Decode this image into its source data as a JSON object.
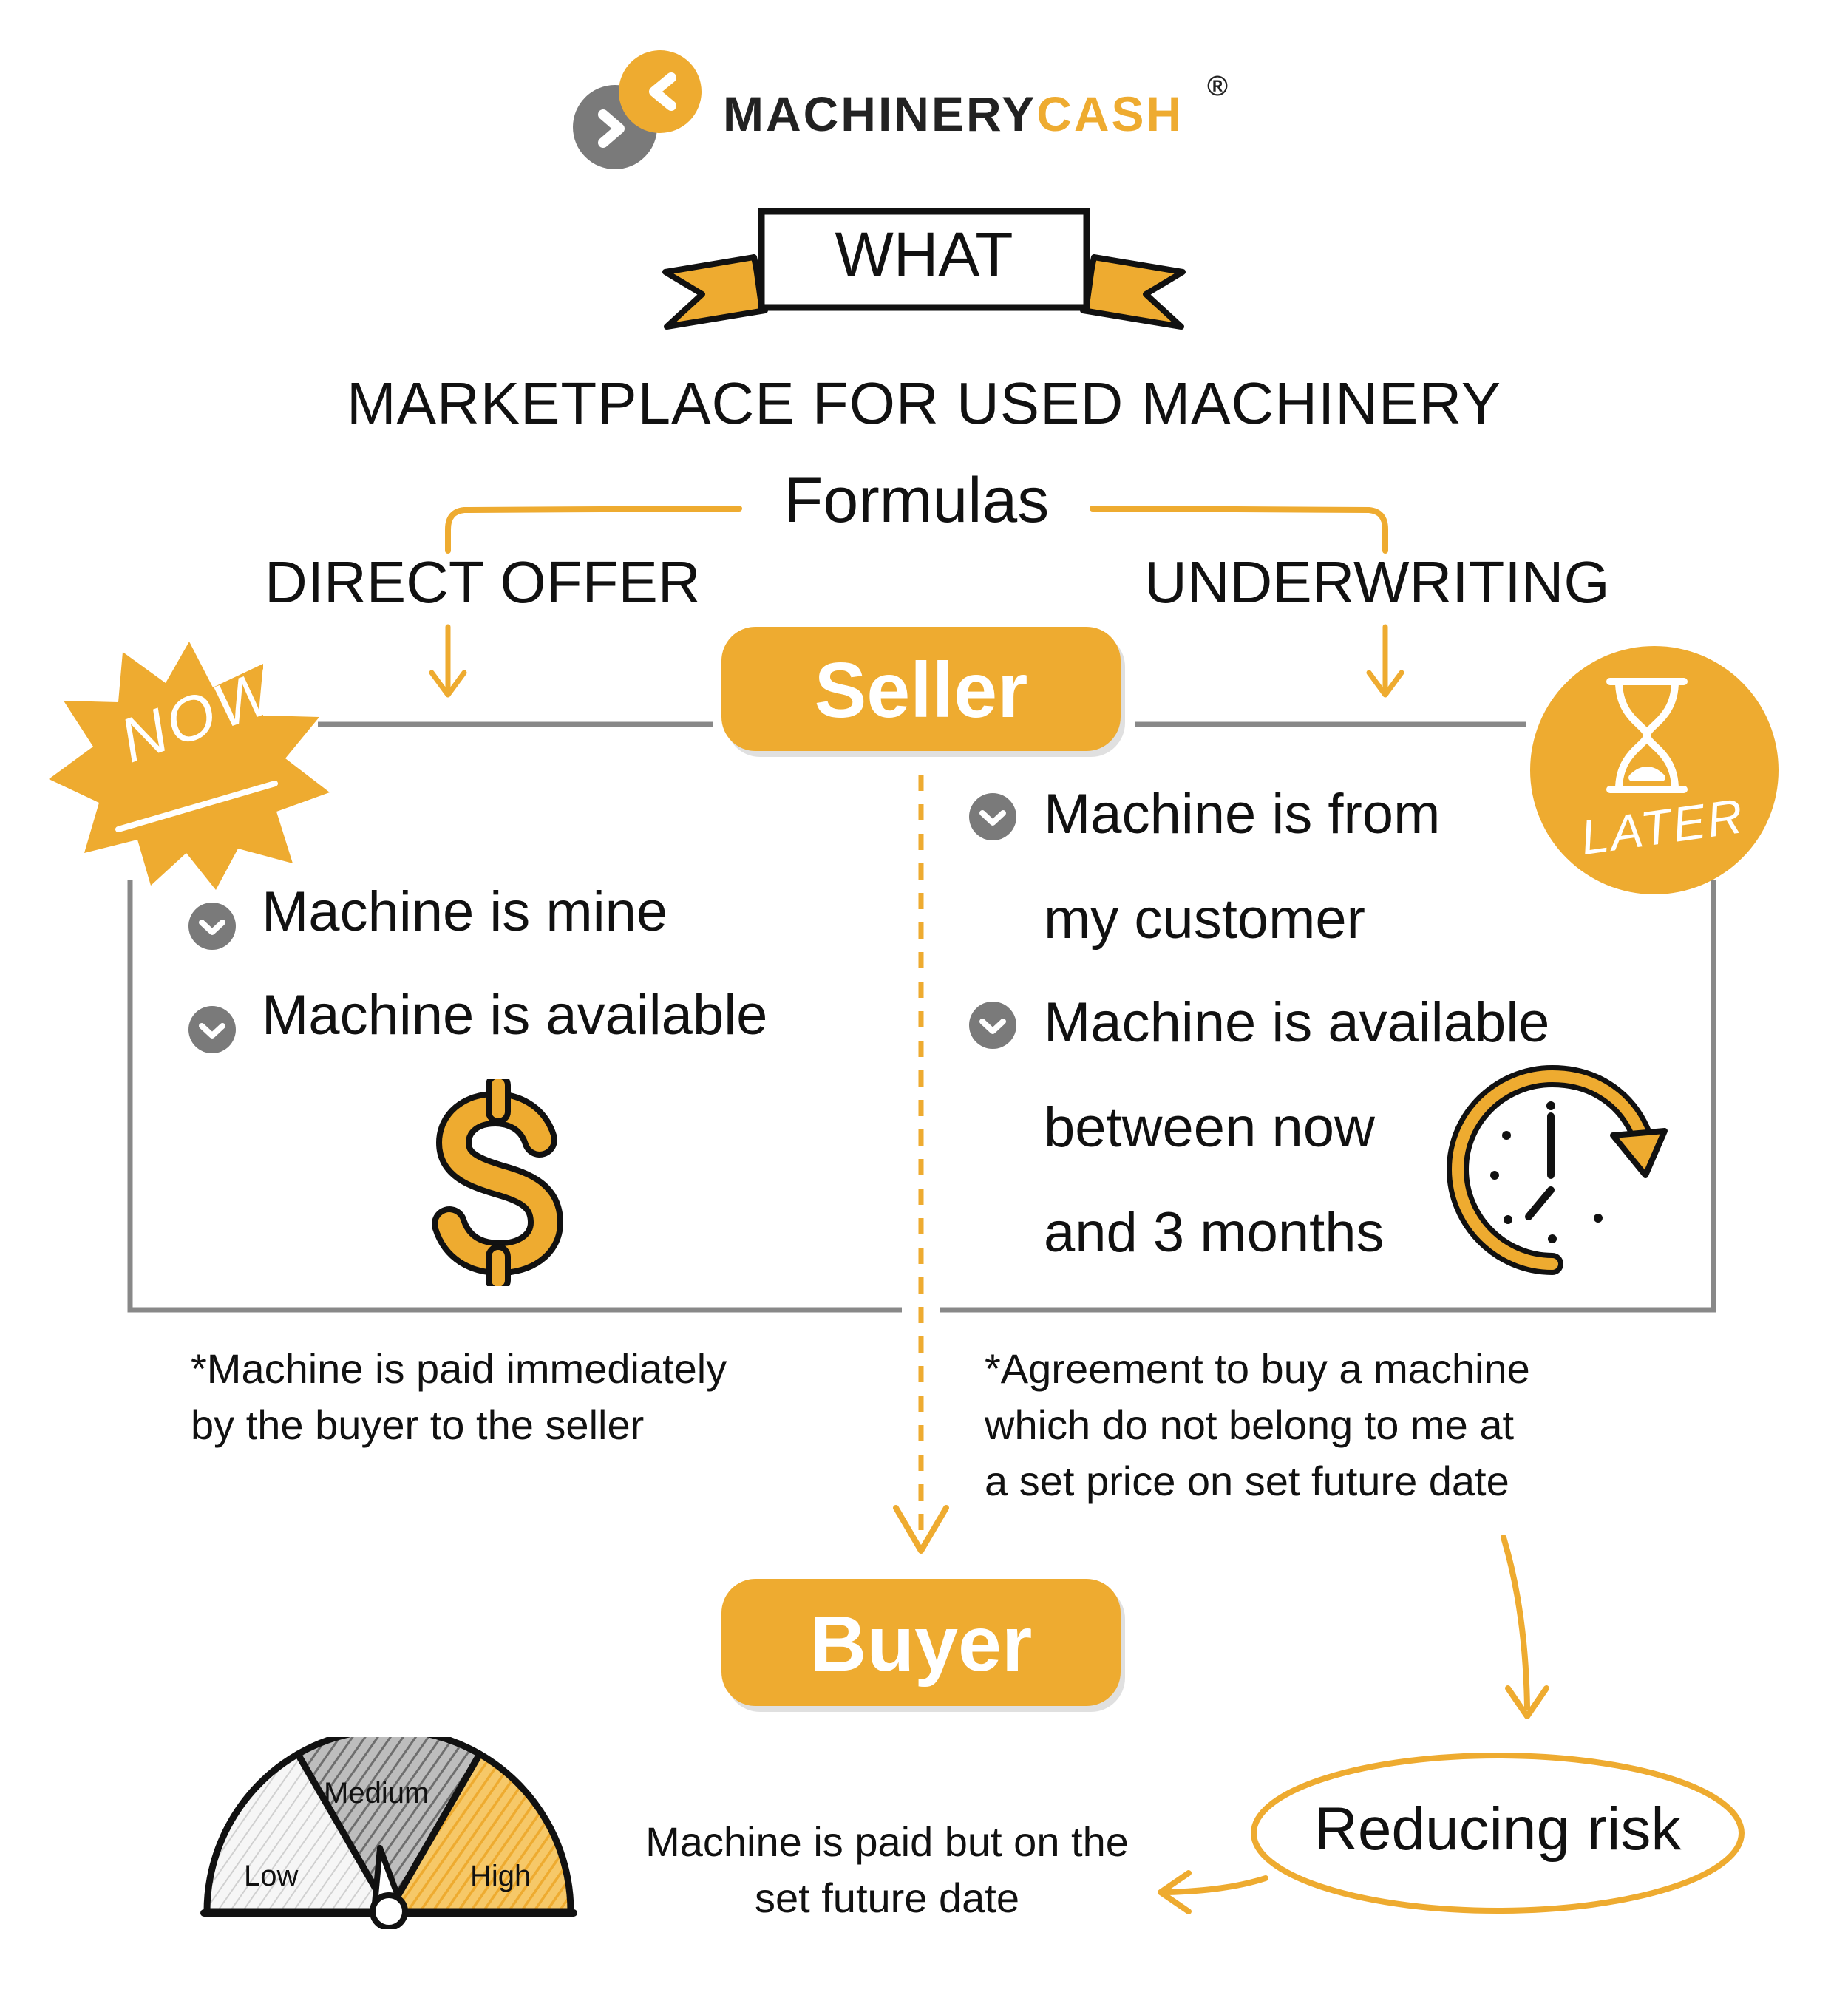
{
  "brand": {
    "name_dark": "MACHINERY",
    "name_accent": "CASH",
    "registered": "®",
    "accent_color": "#eeab30",
    "dark_color": "#222222",
    "gray_color": "#7a7a7a"
  },
  "banner": {
    "label": "WHAT"
  },
  "headline": "MARKETPLACE FOR USED MACHINERY",
  "formulas": {
    "label": "Formulas",
    "left": "DIRECT OFFER",
    "right": "UNDERWRITING"
  },
  "seller_label": "Seller",
  "buyer_label": "Buyer",
  "now_badge": "NOW",
  "later_badge": "LATER",
  "direct_offer": {
    "items": [
      "Machine is mine",
      "Machine is available"
    ],
    "icon": "dollar-icon",
    "note_lines": [
      "*Machine is paid immediately",
      "by the buyer to the seller"
    ]
  },
  "underwriting": {
    "lines": [
      "Machine is from",
      "my customer",
      "Machine is available",
      "between now",
      "and 3 months"
    ],
    "icon": "clock-icon",
    "note_lines": [
      "*Agreement to buy a machine",
      "which do not belong to me at",
      "a set price on set future date"
    ]
  },
  "reducing_risk": "Reducing risk",
  "paid_note_lines": [
    "Machine is paid but on the",
    "set future date"
  ],
  "risk_gauge": {
    "levels": [
      "Low",
      "Medium",
      "High"
    ],
    "needle_level": "Medium"
  }
}
